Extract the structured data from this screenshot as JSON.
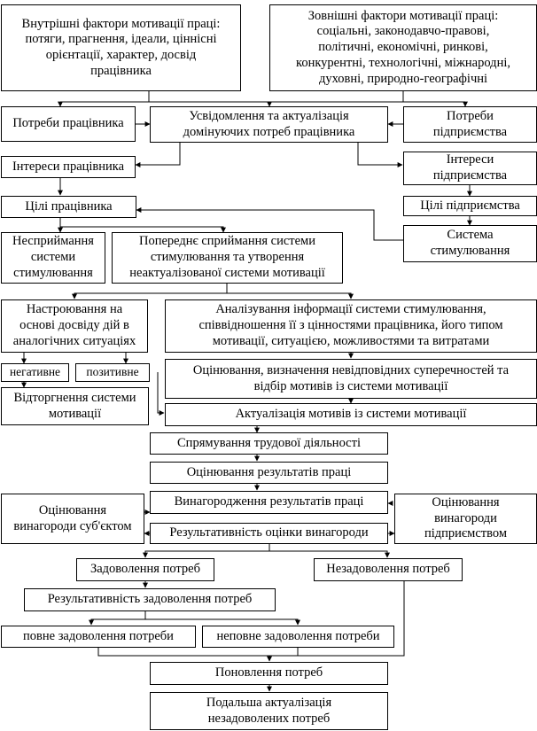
{
  "nodes": {
    "internal_factors": "Внутрішні фактори мотивації праці:\nпотяги, прагнення, ідеали, ціннісні\nорієнтації, характер, досвід\nпрацівника",
    "external_factors": "Зовнішні фактори мотивації праці:\nсоціальні, законодавчо-правові,\nполітичні, економічні, ринкові,\nконкурентні, технологічні, міжнародні,\nдуховні, природно-географічні",
    "employee_needs": "Потреби працівника",
    "awareness": "Усвідомлення та актуалізація\nдомінуючих потреб працівника",
    "enterprise_needs": "Потреби\nпідприємства",
    "employee_interests": "Інтереси працівника",
    "enterprise_interests": "Інтереси\nпідприємства",
    "employee_goals": "Цілі працівника",
    "enterprise_goals": "Цілі підприємства",
    "incentive_system": "Система\nстимулювання",
    "non_acceptance": "Несприймання\nсистеми\nстимулювання",
    "preliminary_acceptance": "Попереднє сприймання системи\nстимулювання та утворення\nнеактуалізованої системи мотивації",
    "tuning": "Настроювання на\nоснові досвіду дій в\nаналогічних ситуаціях",
    "analysis": "Аналізування інформації системи стимулювання,\nспіввідношення її з цінностями працівника, його типом\nмотивації, ситуацією, можливостями та витратами",
    "negative": "негативне",
    "positive": "позитивне",
    "evaluation_motives": "Оцінювання, визначення невідповідних суперечностей та\nвідбір мотивів із системи мотивації",
    "rejection": "Відторгнення системи\nмотивації",
    "actualization_motives": "Актуалізація мотивів із системи мотивації",
    "direction_work": "Спрямування трудової діяльності",
    "evaluation_results": "Оцінювання результатів праці",
    "reward_results": "Винагородження результатів праці",
    "subject_evaluation": "Оцінювання\nвинагороди суб'єктом",
    "enterprise_evaluation": "Оцінювання\nвинагороди\nпідприємством",
    "reward_effectiveness": "Результативність оцінки винагороди",
    "satisfaction": "Задоволення потреб",
    "dissatisfaction": "Незадоволення потреб",
    "satisfaction_effectiveness": "Результативність задоволення потреб",
    "full_satisfaction": "повне задоволення потреби",
    "partial_satisfaction": "неповне задоволення потреби",
    "renewal": "Поновлення потреб",
    "further_actualization": "Подальша актуалізація\nнезадоволених потреб"
  }
}
